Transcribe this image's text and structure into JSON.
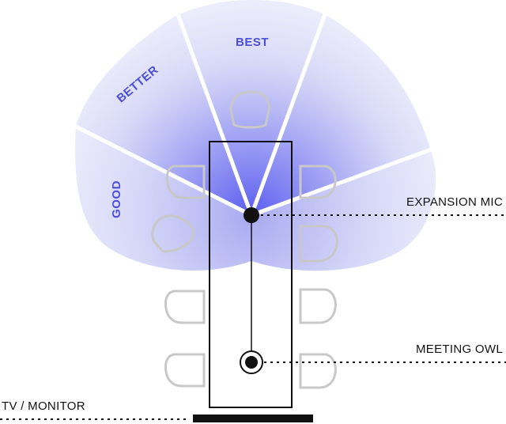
{
  "zones": {
    "best": "BEST",
    "better": "BETTER",
    "good": "GOOD"
  },
  "callouts": {
    "expansion_mic": "EXPANSION MIC",
    "meeting_owl": "MEETING OWL",
    "tv_monitor": "TV / MONITOR"
  },
  "colors": {
    "zone_fill": "#c9caf4",
    "zone_core": "#5a5cf0",
    "zone_text": "#4b4fd9",
    "stroke": "#111111",
    "chair": "#c8c8c8",
    "text": "#111111"
  }
}
